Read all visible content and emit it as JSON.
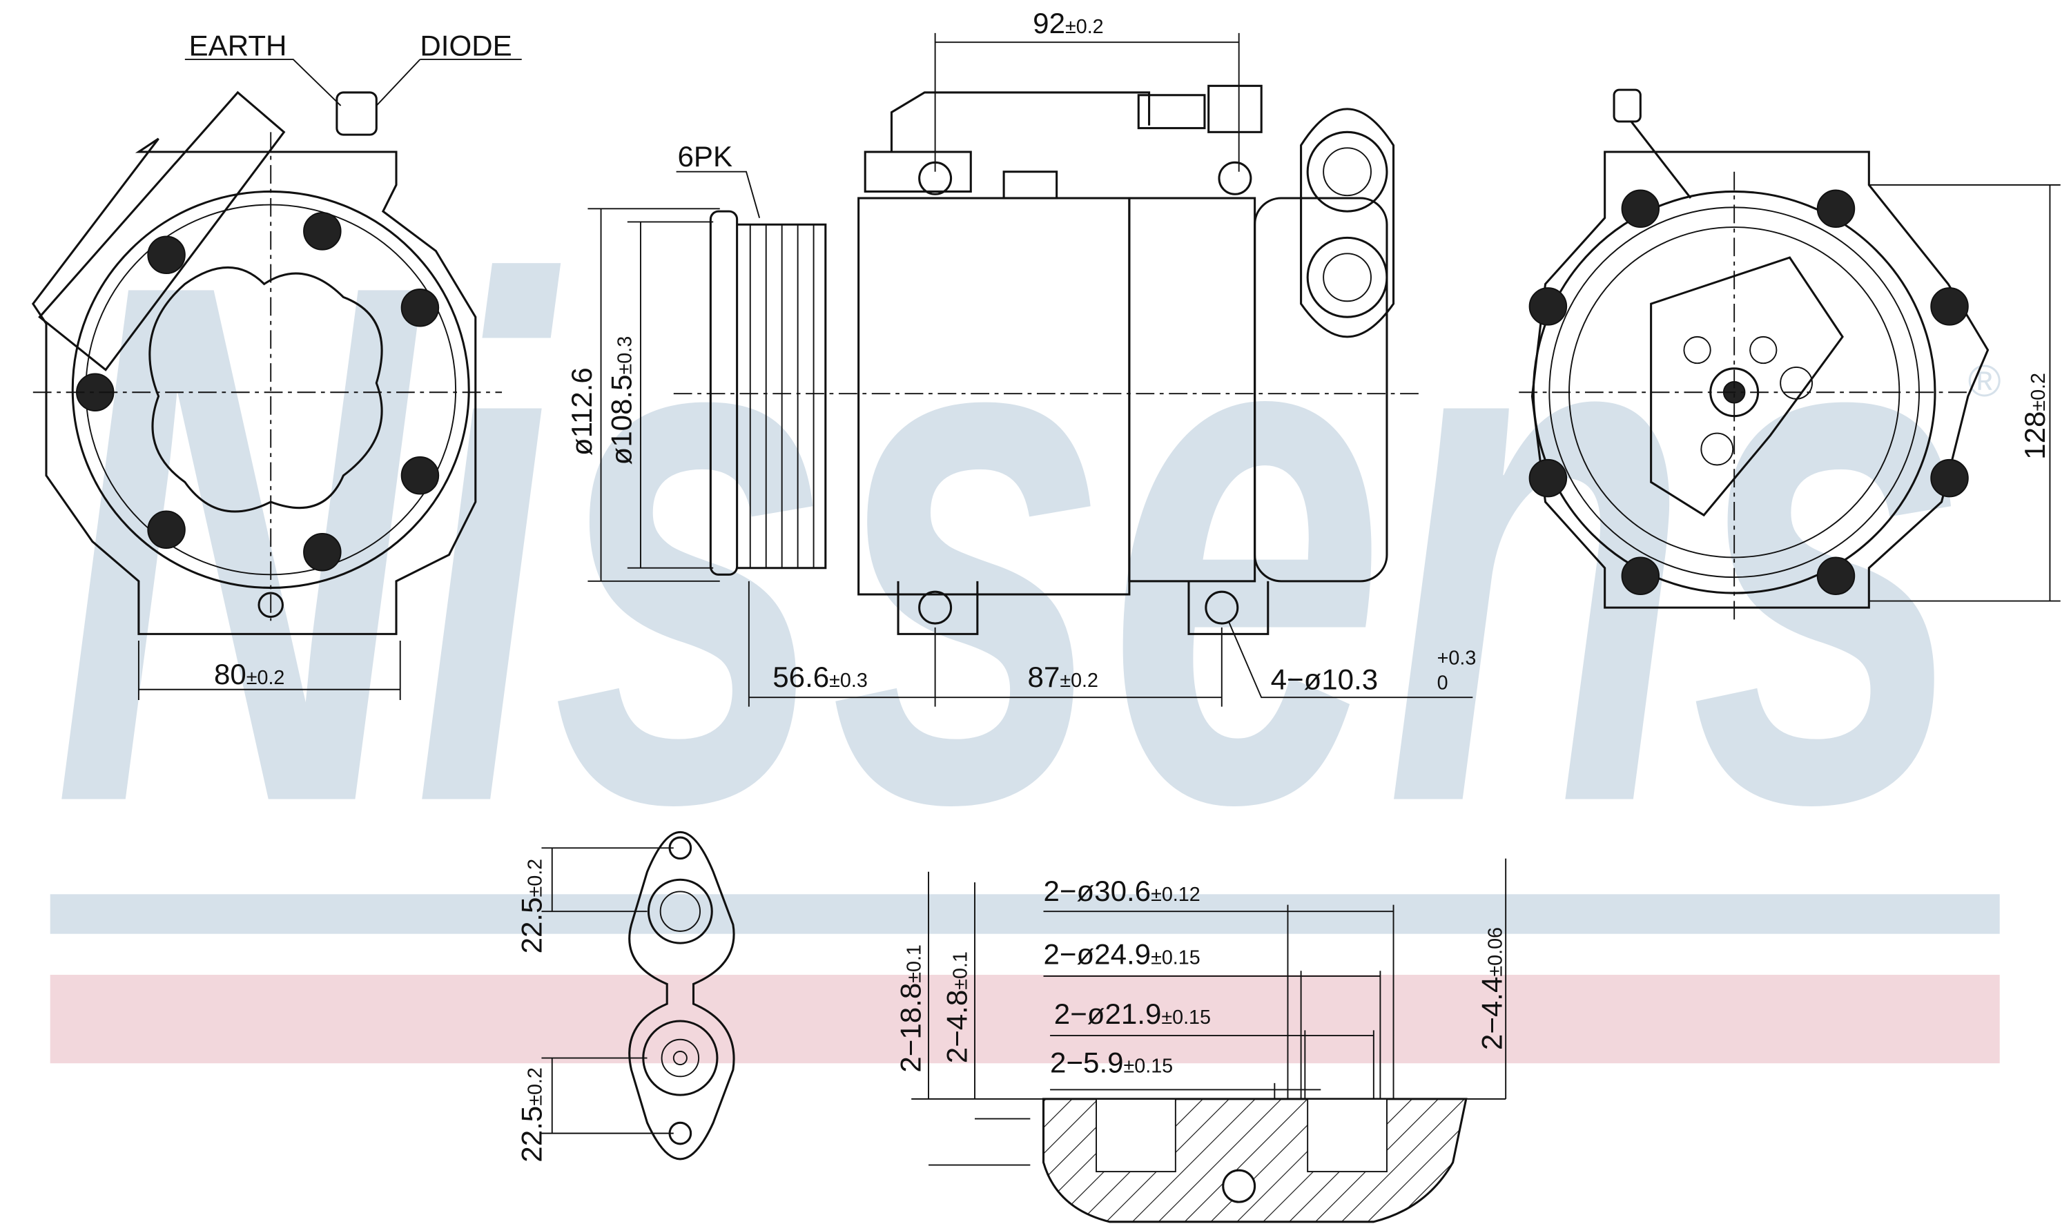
{
  "watermark": {
    "brand": "Nissens",
    "registered": "®"
  },
  "colors": {
    "watermark": "#d6e1ea",
    "band_blue": "#d6e1ea",
    "band_pink": "#f2d7dc",
    "line": "#111111"
  },
  "left_view": {
    "earth_label": "EARTH",
    "diode_label": "DIODE",
    "width_dim": "80",
    "width_tol": "±0.2"
  },
  "side_view": {
    "belt_label": "6PK",
    "top_dim": "92",
    "top_tol": "±0.2",
    "dia_outer": "ø112.6",
    "dia_inner": "ø108.5",
    "dia_inner_tol": "±0.3",
    "dim_pulley": "56.6",
    "dim_pulley_tol": "±0.3",
    "dim_mount": "87",
    "dim_mount_tol": "±0.2",
    "hole_callout": "4−ø10.3",
    "hole_tol_upper": "+0.3",
    "hole_tol_lower": "0"
  },
  "front_view": {
    "height_dim": "128",
    "height_tol": "±0.2"
  },
  "flange_view": {
    "upper_dim": "22.5",
    "upper_tol": "±0.2",
    "lower_dim": "22.5",
    "lower_tol": "±0.2"
  },
  "section_view": {
    "d1": "2−ø30.6",
    "d1_tol": "±0.12",
    "d2": "2−ø24.9",
    "d2_tol": "±0.15",
    "d3": "2−ø21.9",
    "d3_tol": "±0.15",
    "d4": "2−5.9",
    "d4_tol": "±0.15",
    "h1": "2−18.8",
    "h1_tol": "±0.1",
    "h2": "2−4.8",
    "h2_tol": "±0.1",
    "h3": "2−4.4",
    "h3_tol": "±0.06"
  }
}
